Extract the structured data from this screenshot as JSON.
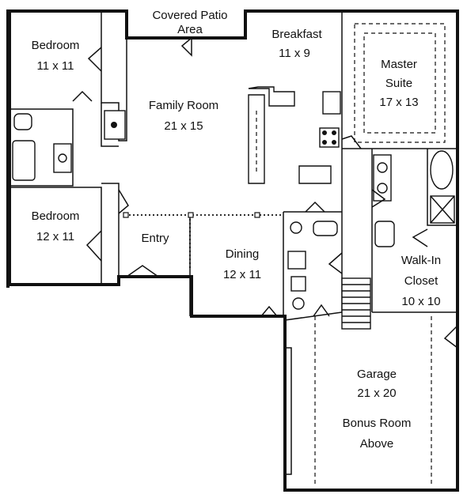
{
  "rooms": {
    "patio": {
      "line1": "Covered Patio",
      "line2": "Area"
    },
    "breakfast": {
      "line1": "Breakfast",
      "line2": "11 x 9"
    },
    "master": {
      "line1": "Master",
      "line2": "Suite",
      "line3": "17 x 13"
    },
    "bedroom1": {
      "line1": "Bedroom",
      "line2": "11 x 11"
    },
    "family": {
      "line1": "Family Room",
      "line2": "21 x 15"
    },
    "bedroom2": {
      "line1": "Bedroom",
      "line2": "12 x 11"
    },
    "entry": {
      "line1": "Entry"
    },
    "dining": {
      "line1": "Dining",
      "line2": "12 x 11"
    },
    "closet": {
      "line1": "Walk-In",
      "line2": "Closet",
      "line3": "10 x 10"
    },
    "garage": {
      "line1": "Garage",
      "line2": "21 x 20",
      "line3": "Bonus Room",
      "line4": "Above"
    }
  }
}
